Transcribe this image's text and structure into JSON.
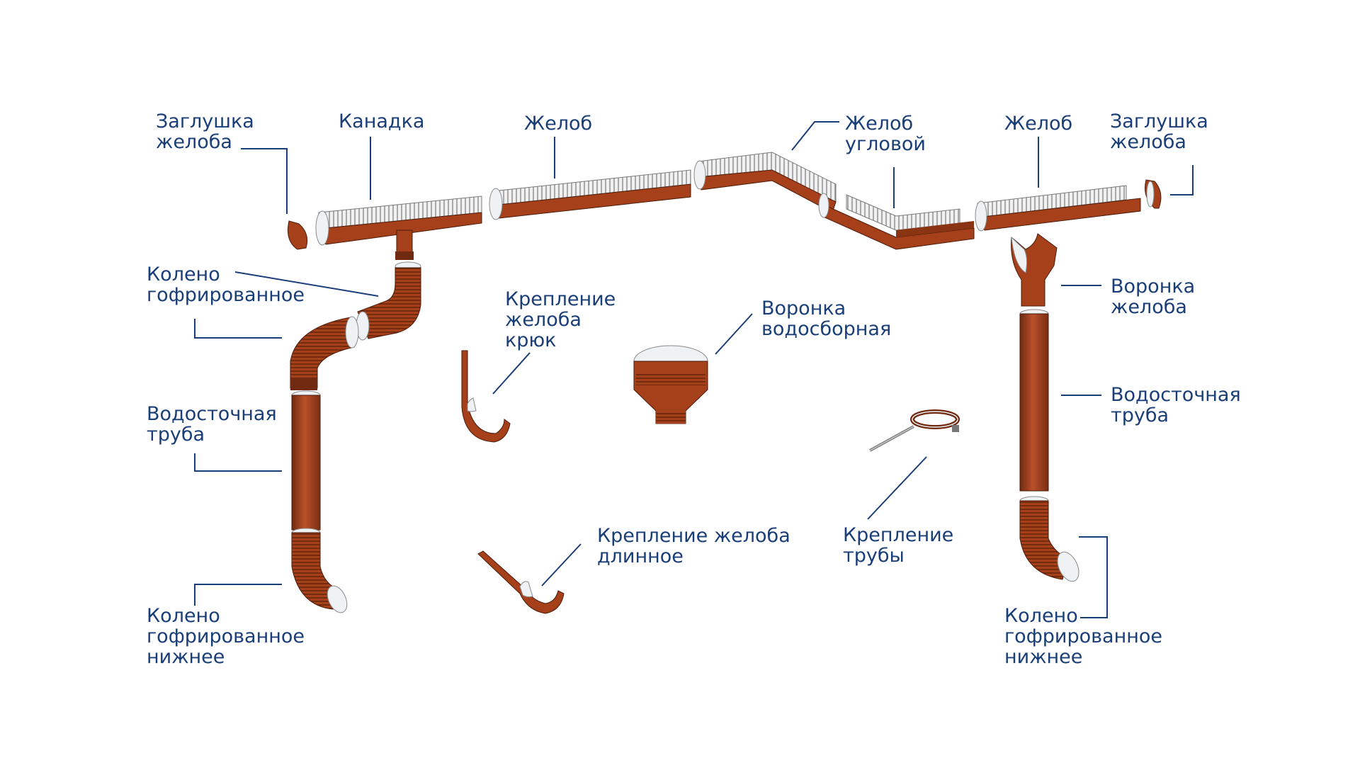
{
  "colors": {
    "label": "#1a3e78",
    "metal": "#a6401a",
    "metal_dark": "#6f2a10",
    "metal_light": "#c35a30",
    "inner": "#e6ecef",
    "outline": "#4a1c0a"
  },
  "labels": {
    "cap_left": "Заглушка\nжелоба",
    "kanadka": "Канадка",
    "gutter_1": "Желоб",
    "gutter_corner": "Желоб\nугловой",
    "gutter_2": "Желоб",
    "cap_right": "Заглушка\nжелоба",
    "elbow_corrugated": "Колено\nгофрированное",
    "hook_bracket": "Крепление\nжелоба\nкрюк",
    "collector_funnel": "Воронка\nводосборная",
    "gutter_funnel": "Воронка\nжелоба",
    "downpipe_left": "Водосточная\nтруба",
    "downpipe_right": "Водосточная\nтруба",
    "long_bracket": "Крепление желоба\nдлинное",
    "pipe_bracket": "Крепление\nтрубы",
    "lower_elbow_left": "Колено\nгофрированное\nнижнее",
    "lower_elbow_right": "Колено\nгофрированное\nнижнее"
  }
}
